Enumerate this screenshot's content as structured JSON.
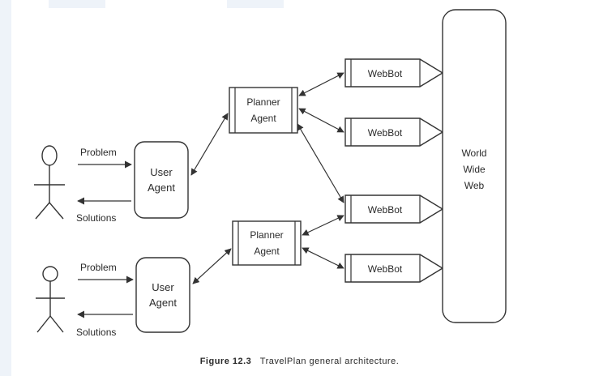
{
  "colors": {
    "stroke": "#333333",
    "page_tint": "#eef3f9",
    "text": "#2b2b2b"
  },
  "diagram": {
    "actors": [
      {
        "problem_label": "Problem",
        "solutions_label": "Solutions"
      },
      {
        "problem_label": "Problem",
        "solutions_label": "Solutions"
      }
    ],
    "user_agents": [
      {
        "line1": "User",
        "line2": "Agent"
      },
      {
        "line1": "User",
        "line2": "Agent"
      }
    ],
    "planner_agents": [
      {
        "line1": "Planner",
        "line2": "Agent"
      },
      {
        "line1": "Planner",
        "line2": "Agent"
      }
    ],
    "webbots": [
      {
        "label": "WebBot"
      },
      {
        "label": "WebBot"
      },
      {
        "label": "WebBot"
      },
      {
        "label": "WebBot"
      }
    ],
    "www": {
      "line1": "World",
      "line2": "Wide",
      "line3": "Web"
    }
  },
  "caption": {
    "figure": "Figure 12.3",
    "text": "TravelPlan general architecture."
  }
}
